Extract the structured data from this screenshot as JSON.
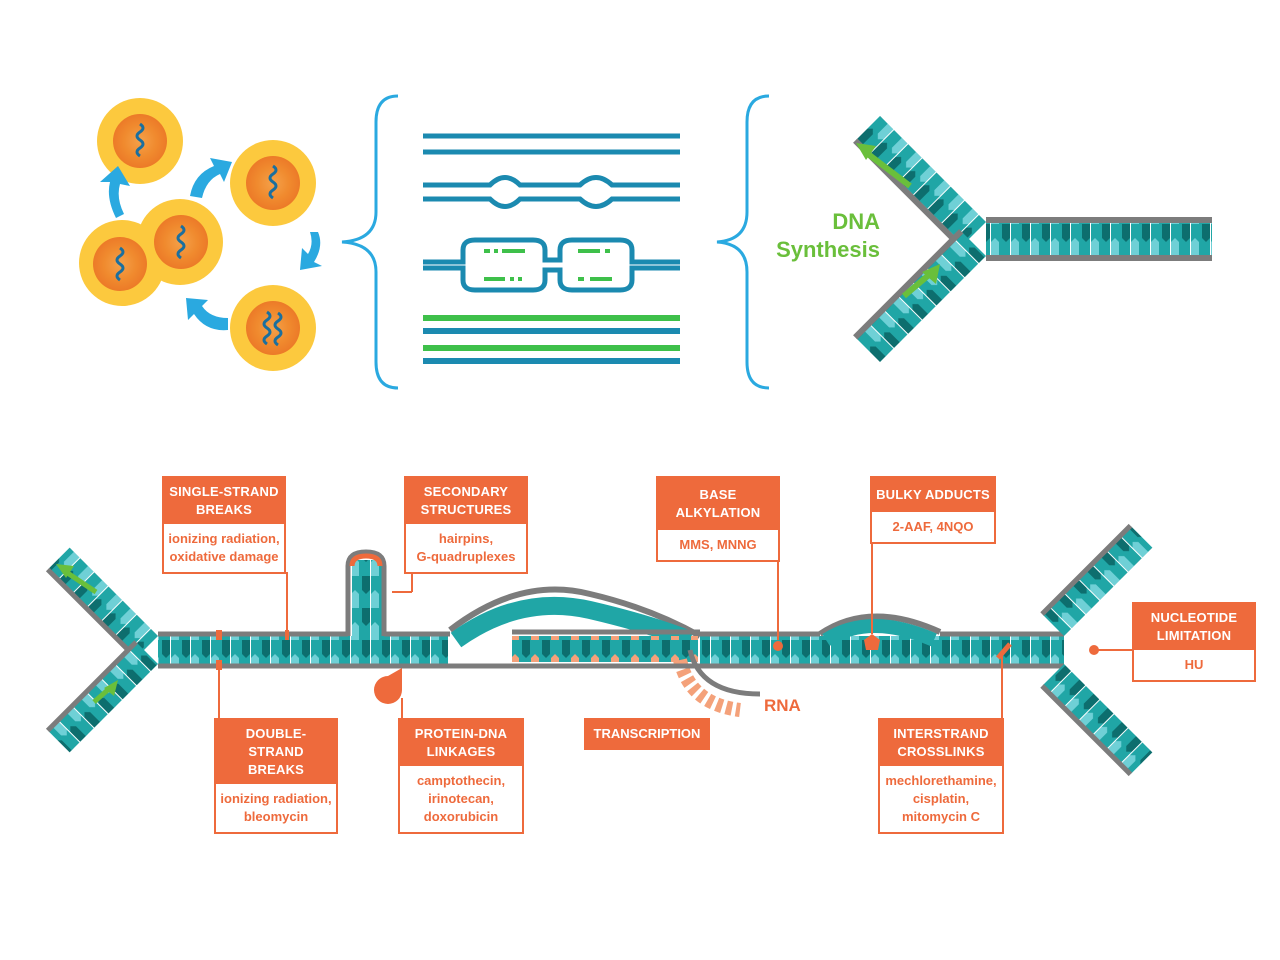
{
  "labels": {
    "dna_synthesis": "DNA\nSynthesis",
    "rna": "RNA",
    "transcription": "TRANSCRIPTION"
  },
  "boxes": {
    "ssb": {
      "title": "SINGLE-STRAND\nBREAKS",
      "body": "ionizing radiation,\noxidative damage"
    },
    "sec": {
      "title": "SECONDARY\nSTRUCTURES",
      "body": "hairpins,\nG-quadruplexes"
    },
    "alk": {
      "title": "BASE ALKYLATION",
      "body": "MMS, MNNG"
    },
    "bulky": {
      "title": "BULKY ADDUCTS",
      "body": "2-AAF, 4NQO"
    },
    "nuc": {
      "title": "NUCLEOTIDE\nLIMITATION",
      "body": "HU"
    },
    "dsb": {
      "title": "DOUBLE-STRAND\nBREAKS",
      "body": "ionizing radiation,\nbleomycin"
    },
    "pdl": {
      "title": "PROTEIN-DNA\nLINKAGES",
      "body": "camptothecin,\nirinotecan,\ndoxorubicin"
    },
    "icl": {
      "title": "INTERSTRAND\nCROSSLINKS",
      "body": "mechlorethamine,\ncisplatin,\nmitomycin C"
    }
  },
  "colors": {
    "orange": "#ee6a3c",
    "teal": "#20a6a6",
    "dark_teal": "#0d6e6e",
    "light_teal": "#6fd0d6",
    "blue": "#1b8ab0",
    "green": "#6abf3b",
    "grey": "#7c7c7c",
    "yellow": "#fbc93d",
    "salmon": "#f4a17a"
  }
}
